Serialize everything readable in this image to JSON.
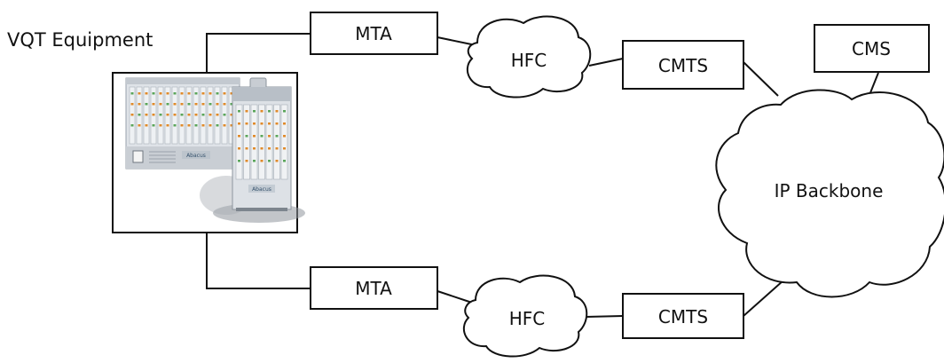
{
  "equipment": {
    "title": "VQT Equipment",
    "unit_brand_left": "Abacus",
    "unit_brand_right": "Abacus"
  },
  "top_path": {
    "mta": "MTA",
    "hfc": "HFC",
    "cmts": "CMTS"
  },
  "bottom_path": {
    "mta": "MTA",
    "hfc": "HFC",
    "cmts": "CMTS"
  },
  "cms": "CMS",
  "backbone": "IP Backbone",
  "colors": {
    "line": "#111111",
    "chassis": "#dfe3e8",
    "chassis_dark": "#9aa2ab",
    "led_orange": "#e08a2a",
    "led_green": "#5aa55a"
  }
}
